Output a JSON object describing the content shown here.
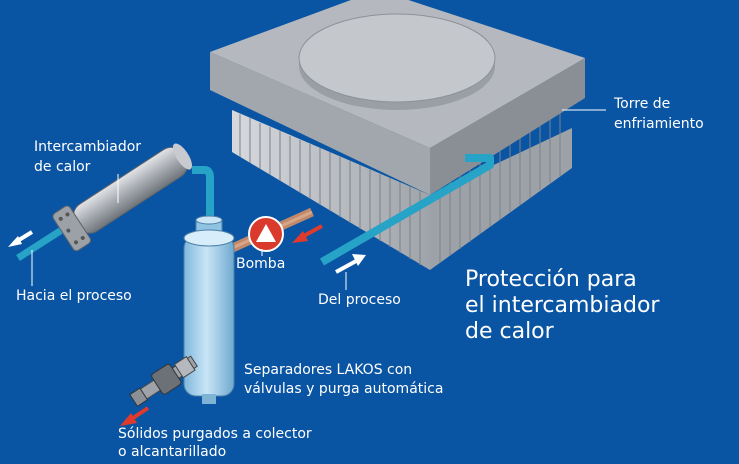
{
  "title": {
    "line1": "Protección para",
    "line2": "el intercambiador",
    "line3": "de calor"
  },
  "labels": {
    "cooling_tower_line1": "Torre de",
    "cooling_tower_line2": "enfriamiento",
    "heat_exchanger_line1": "Intercambiador",
    "heat_exchanger_line2": "de calor",
    "to_process": "Hacia el proceso",
    "from_process": "Del proceso",
    "pump": "Bomba",
    "separators_line1": "Separadores LAKOS con",
    "separators_line2": "válvulas y purga automática",
    "purged_solids_line1": "Sólidos purgados a colector",
    "purged_solids_line2": "o alcantarillado"
  },
  "colors": {
    "background": "#0a55a3",
    "pipe": "#26a3c7",
    "flow_arrow_in_out": "#ffffff",
    "purge_arrow": "#e03a2c",
    "pump": "#d93a2b",
    "separator": "#a9d3ec",
    "tower": "#b5b9bf"
  }
}
